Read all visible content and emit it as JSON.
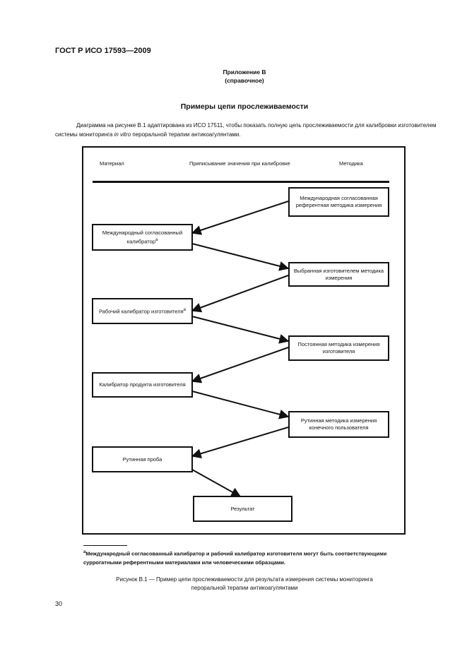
{
  "header": "ГОСТ Р ИСО 17593—2009",
  "annex": {
    "title": "Приложение В",
    "status": "(справочное)"
  },
  "section_title": "Примеры цепи прослеживаемости",
  "intro": {
    "before": "Диаграмма на рисунке В.1 адаптирована из ИСО 17511, чтобы показать полную цепь прослеживаемости для калибровки изготовителем системы мониторинга ",
    "italic": "in vitro",
    "after": " пероральной терапии антикоагулянтами."
  },
  "diagram": {
    "columns": {
      "left": "Материал",
      "middle": "Приписывание значения при калибровке",
      "right": "Методика"
    },
    "methods": [
      "Международная согласованная референтная методика измерения",
      "Выбранная изготовителем методика измерения",
      "Постоянная методика измерения изготовителя",
      "Рутинная методика измерения конечного пользователя"
    ],
    "materials": [
      {
        "text": "Международный согласованный калибратор",
        "mark": "a"
      },
      {
        "text": "Рабочий калибратор изготовителя",
        "mark": "a"
      },
      {
        "text": "Калибратор продукта изготовителя",
        "mark": ""
      },
      {
        "text": "Рутинная проба",
        "mark": ""
      }
    ],
    "result": "Результат"
  },
  "footnote": {
    "mark": "a",
    "text": "Международный согласованный калибратор и рабочий калибратор изготовителя могут быть соответствующими суррогатными референтными материалами или человеческими образцами."
  },
  "caption": {
    "line1": "Рисунок  В.1 — Пример цепи прослеживаемости для результата измерения системы мониторинга",
    "line2": "пероральной терапии антикоагулянтами"
  },
  "page_number": "30"
}
